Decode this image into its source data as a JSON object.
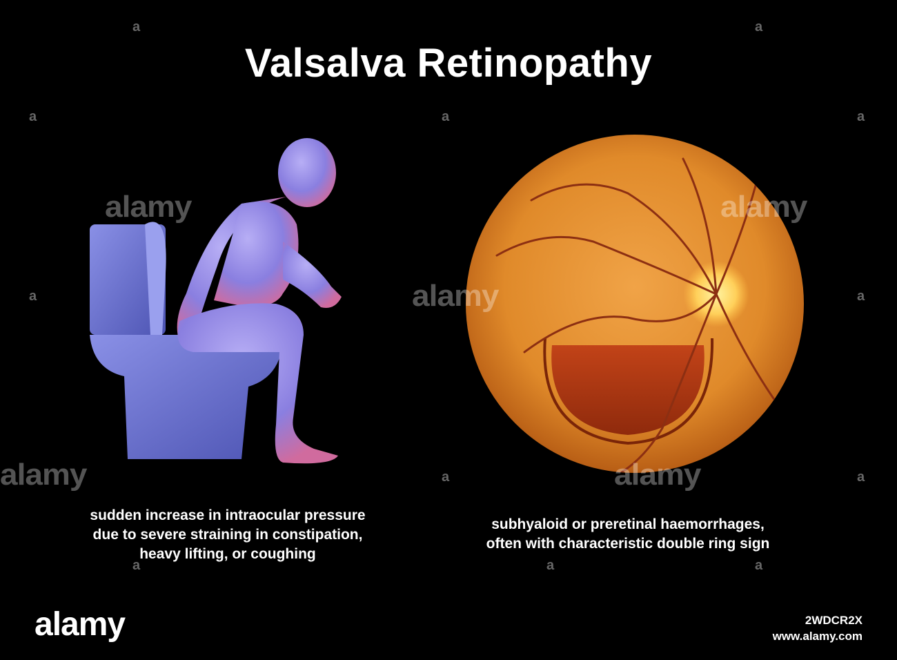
{
  "title": "Valsalva Retinopathy",
  "left_panel": {
    "caption_lines": [
      "sudden increase in intraocular pressure",
      "due to severe straining in constipation,",
      "heavy lifting, or coughing"
    ]
  },
  "right_panel": {
    "caption_lines": [
      "subhyaloid or preretinal haemorrhages,",
      "often with characteristic double ring sign"
    ]
  },
  "watermark": {
    "text": "alamy",
    "small_mark": "a"
  },
  "footer": {
    "logo_text": "alamy",
    "image_id": "2WDCR2X",
    "url": "www.alamy.com"
  },
  "colors": {
    "background": "#000000",
    "figure_body": "#8a7fe0",
    "figure_glow": "#e07aa8",
    "toilet": "#6b72cf",
    "fundus": "#e8922e",
    "haemorrhage": "#b8330f",
    "text": "#ffffff"
  }
}
